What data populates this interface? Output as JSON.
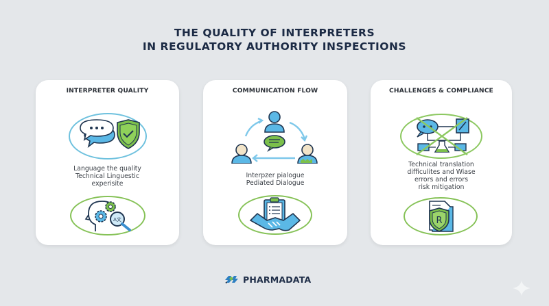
{
  "title": {
    "line1": "THE QUALITY OF INTERPRETERS",
    "line2": "IN REGULATORY AUTHORITY INSPECTIONS"
  },
  "cards": [
    {
      "title": "INTERPRETER QUALITY",
      "top_icon": "speech-bubbles-shield-check-icon",
      "desc": [
        "Language the quality",
        "Technical Linguestic",
        "experisite"
      ],
      "bottom_icon": "head-gears-magnifier-icon"
    },
    {
      "title": "COMMUNICATION FLOW",
      "top_icon": "three-people-cycle-chat-icon",
      "desc": [
        "Interpzer pialogue",
        "Pediated Dialogue"
      ],
      "bottom_icon": "clipboard-handshake-icon"
    },
    {
      "title": "CHALLENGES & COMPLIANCE",
      "top_icon": "crossed-out-translation-flow-icon",
      "desc": [
        "Technical translation",
        "difficulites and Wiase",
        "errors and errors",
        "risk mitigation"
      ],
      "bottom_icon": "document-shield-r-icon"
    }
  ],
  "footer": {
    "brand": "PHARMADATA",
    "logo_icon": "pharmadata-puzzle-logo-icon"
  },
  "colors": {
    "background": "#e4e7ea",
    "card": "#ffffff",
    "title": "#1c2b45",
    "accent_blue": "#5bb8e6",
    "accent_green": "#7cc04b",
    "outline": "#1f3550"
  }
}
